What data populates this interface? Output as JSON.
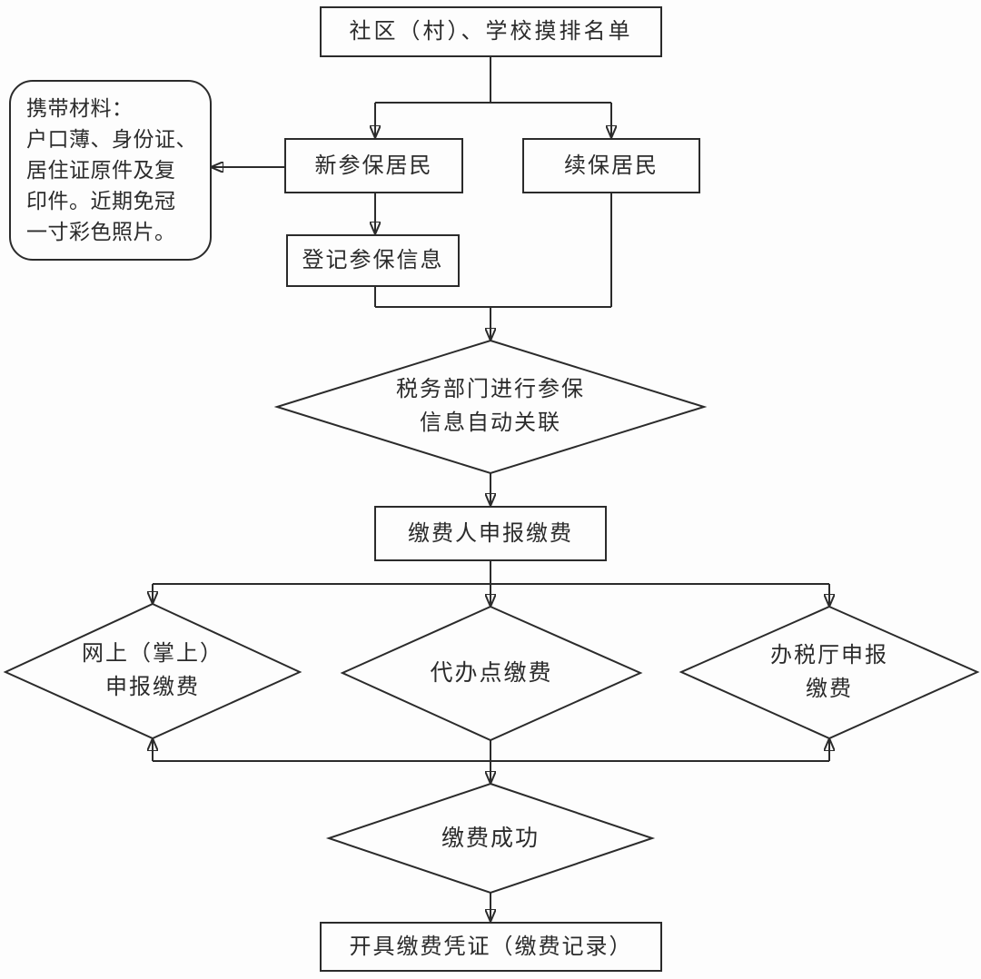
{
  "colors": {
    "line": "#2b2b2b",
    "text": "#2b2b2b",
    "background": "#fdfdfd"
  },
  "nodes": {
    "screening_list": {
      "label": "社区（村）、学校摸排名单"
    },
    "materials_note": {
      "label": "携带材料：\n户口薄、身份证、\n居住证原件及复\n印件。近期免冠\n一寸彩色照片。"
    },
    "new_resident": {
      "label": "新参保居民"
    },
    "renew_resident": {
      "label": "续保居民"
    },
    "register_info": {
      "label": "登记参保信息"
    },
    "tax_link": {
      "label": "税务部门进行参保\n信息自动关联"
    },
    "declare_payment": {
      "label": "缴费人申报缴费"
    },
    "online_payment": {
      "label": "网上（掌上）\n申报缴费"
    },
    "agent_payment": {
      "label": "代办点缴费"
    },
    "tax_hall_payment": {
      "label": "办税厅申报\n缴费"
    },
    "payment_success": {
      "label": "缴费成功"
    },
    "issue_receipt": {
      "label": "开具缴费凭证（缴费记录）"
    }
  }
}
